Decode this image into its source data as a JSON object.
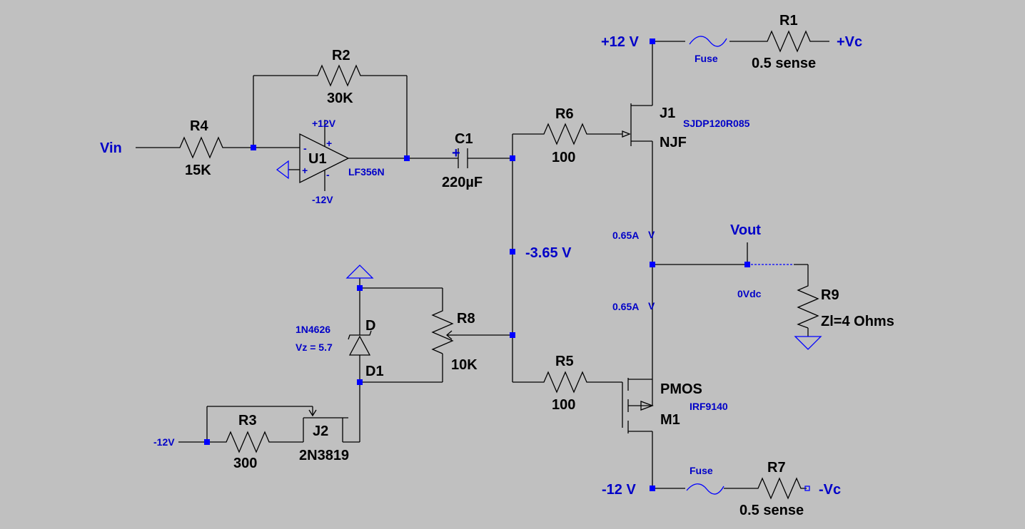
{
  "labels": {
    "vin": "Vin",
    "r4_name": "R4",
    "r4_value": "15K",
    "r2_name": "R2",
    "r2_value": "30K",
    "u1_name": "U1",
    "u1_model": "LF356N",
    "u1_pos_supply": "+12V",
    "u1_neg_supply": "-12V",
    "u1_minus": "-",
    "u1_plus": "+",
    "c1_name": "C1",
    "c1_value": "220µF",
    "c1_polarity": "+",
    "r6_name": "R6",
    "r6_value": "100",
    "j1_name": "J1",
    "j1_model": "SJDP120R085",
    "j1_type": "NJF",
    "pos12": "+12 V",
    "fuse_top": "Fuse",
    "r1_name": "R1",
    "r1_value": "0.5 sense",
    "pos_vc": "+Vc",
    "bias_voltage": "-3.65 V",
    "current_top": "0.65A",
    "current_bottom": "0.65A",
    "v_marker": "V",
    "vout": "Vout",
    "vout_dc": "0Vdc",
    "r9_name": "R9",
    "r9_value": "Zl=4 Ohms",
    "r8_name": "R8",
    "r8_value": "10K",
    "d1_model": "1N4626",
    "d1_vz": "Vz = 5.7",
    "d1_ref": "D",
    "d1_name": "D1",
    "r5_name": "R5",
    "r5_value": "100",
    "m1_type": "PMOS",
    "m1_model": "IRF9140",
    "m1_name": "M1",
    "r3_name": "R3",
    "r3_value": "300",
    "j2_name": "J2",
    "j2_model": "2N3819",
    "neg12_left": "-12V",
    "neg12": "-12 V",
    "fuse_bottom": "Fuse",
    "r7_name": "R7",
    "r7_value": "0.5 sense",
    "neg_vc": "-Vc"
  },
  "colors": {
    "background": "#c0c0c0",
    "wire": "#000000",
    "node": "#0000ff",
    "label_blue": "#0000c8"
  }
}
